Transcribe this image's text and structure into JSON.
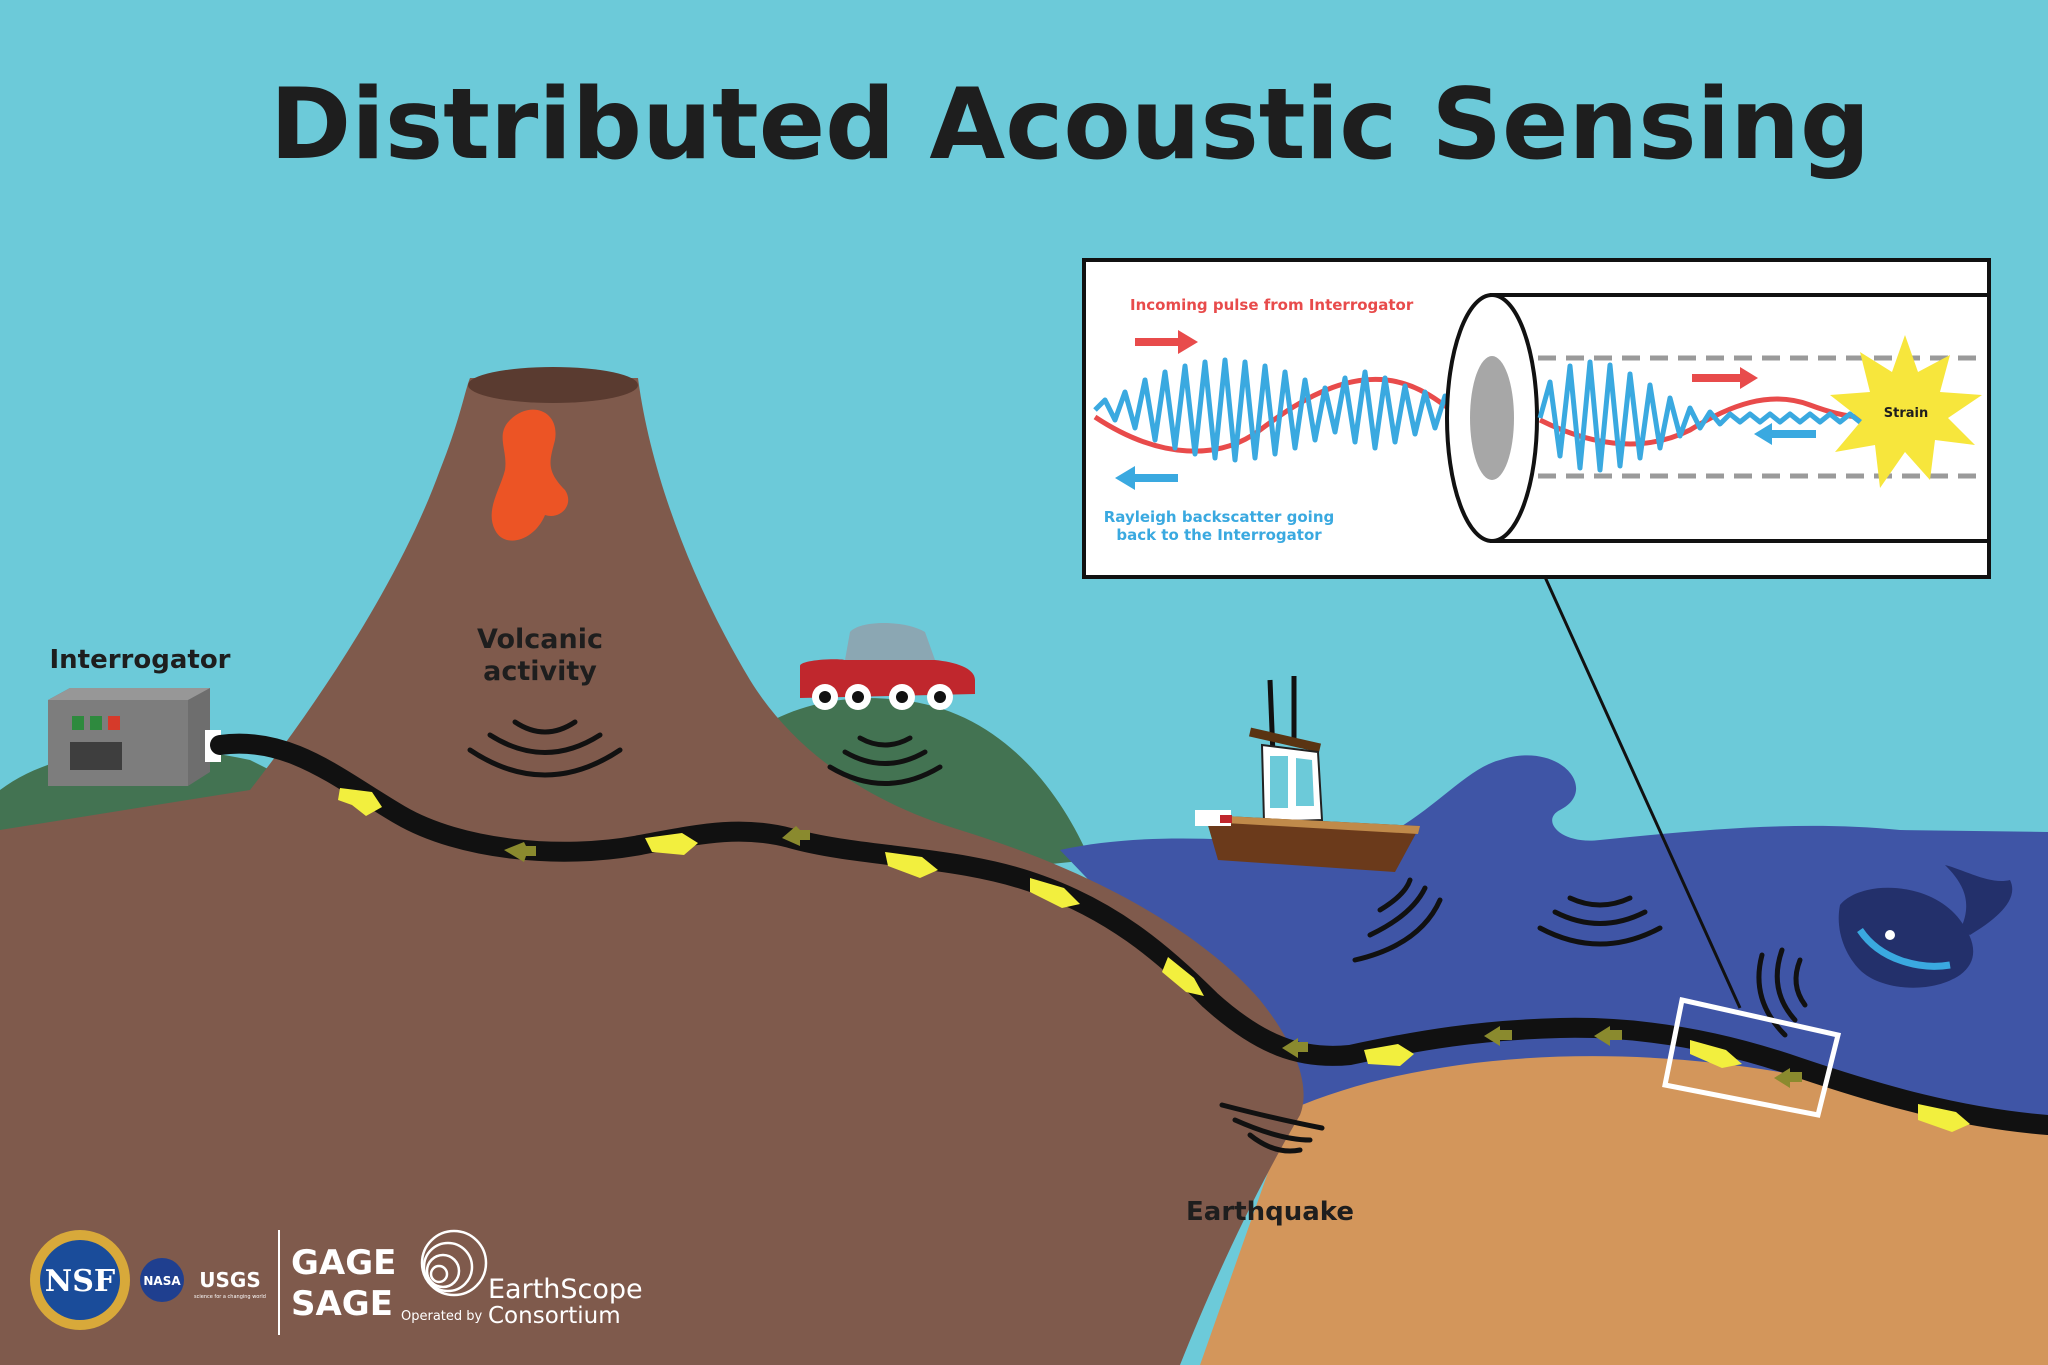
{
  "title": "Distributed Acoustic Sensing",
  "labels": {
    "interrogator": "Interrogator",
    "volcanic_line1": "Volcanic",
    "volcanic_line2": "activity",
    "earthquake": "Earthquake"
  },
  "inset": {
    "incoming": "Incoming pulse from Interrogator",
    "rayleigh_line1": "Rayleigh backscatter going",
    "rayleigh_line2": "back to the Interrogator",
    "strain": "Strain"
  },
  "logos": {
    "nsf": "NSF",
    "nasa": "NASA",
    "usgs": "USGS",
    "usgs_tagline": "science for a changing world",
    "gage": "GAGE",
    "sage": "SAGE",
    "operated_by": "Operated by",
    "earthscope_line1": "EarthScope",
    "earthscope_line2": "Consortium"
  },
  "colors": {
    "sky": "#6ccad9",
    "volcano": "#7f5a4c",
    "hill": "#437352",
    "sea": "#3f55a6",
    "sand": "#d3965b",
    "lava": "#ec5425",
    "cable": "#111111",
    "arrow_forward": "#f2ef3e",
    "arrow_back": "#8a8a2e",
    "pulse_red": "#e84b4b",
    "backscatter_blue": "#3aa9e0",
    "strain_yellow": "#f7e63c"
  }
}
